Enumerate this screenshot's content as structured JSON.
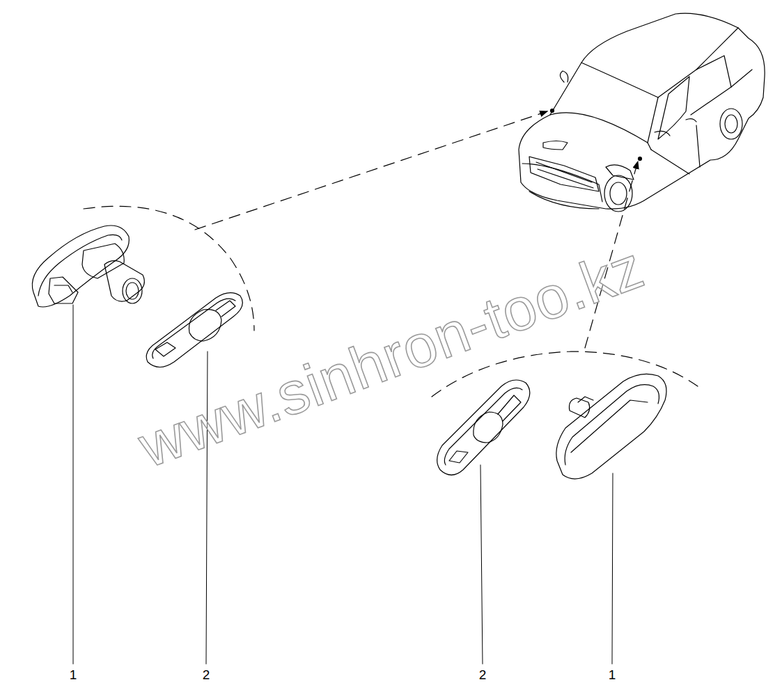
{
  "diagram": {
    "labels": [
      "1",
      "2",
      "2",
      "1",
      "www.sinhron-too.kz"
    ]
  }
}
